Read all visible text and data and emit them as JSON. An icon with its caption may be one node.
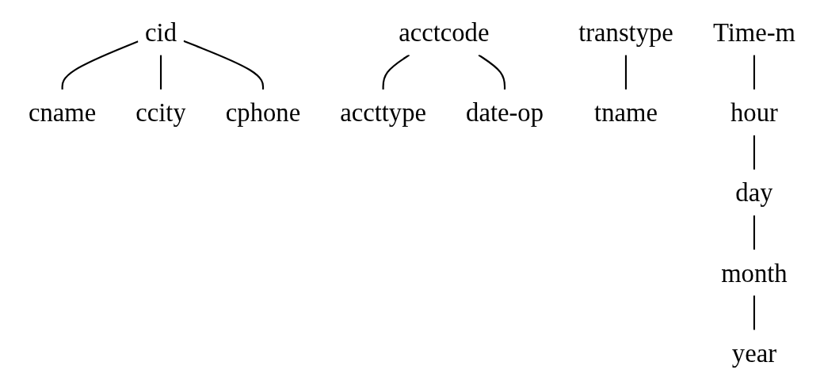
{
  "diagram": {
    "nodes": [
      {
        "text": [
          "cid"
        ]
      },
      {
        "text": [
          "cname"
        ]
      },
      {
        "text": [
          "ccity"
        ]
      },
      {
        "text": [
          "cphone"
        ]
      },
      {
        "text": [
          "acctcode"
        ]
      },
      {
        "text": [
          "accttype"
        ]
      },
      {
        "text": [
          "date-op"
        ]
      },
      {
        "text": [
          "transtype"
        ]
      },
      {
        "text": [
          "tname"
        ]
      },
      {
        "text": [
          "Time-m"
        ]
      },
      {
        "text": [
          "hour"
        ]
      },
      {
        "text": [
          "day"
        ]
      },
      {
        "text": [
          "month"
        ]
      },
      {
        "text": [
          "year"
        ]
      }
    ],
    "edges": [
      {
        "from": 0,
        "to": 1,
        "arrow": "none"
      },
      {
        "from": 0,
        "to": 2,
        "arrow": "none"
      },
      {
        "from": 0,
        "to": 3,
        "arrow": "none"
      },
      {
        "from": 4,
        "to": 5,
        "arrow": "none"
      },
      {
        "from": 4,
        "to": 6,
        "arrow": "none"
      },
      {
        "from": 7,
        "to": 8,
        "arrow": "none"
      },
      {
        "from": 9,
        "to": 10,
        "arrow": "none"
      },
      {
        "from": 10,
        "to": 11,
        "arrow": "none"
      },
      {
        "from": 11,
        "to": 12,
        "arrow": "none"
      },
      {
        "from": 12,
        "to": 13,
        "arrow": "none"
      }
    ]
  }
}
